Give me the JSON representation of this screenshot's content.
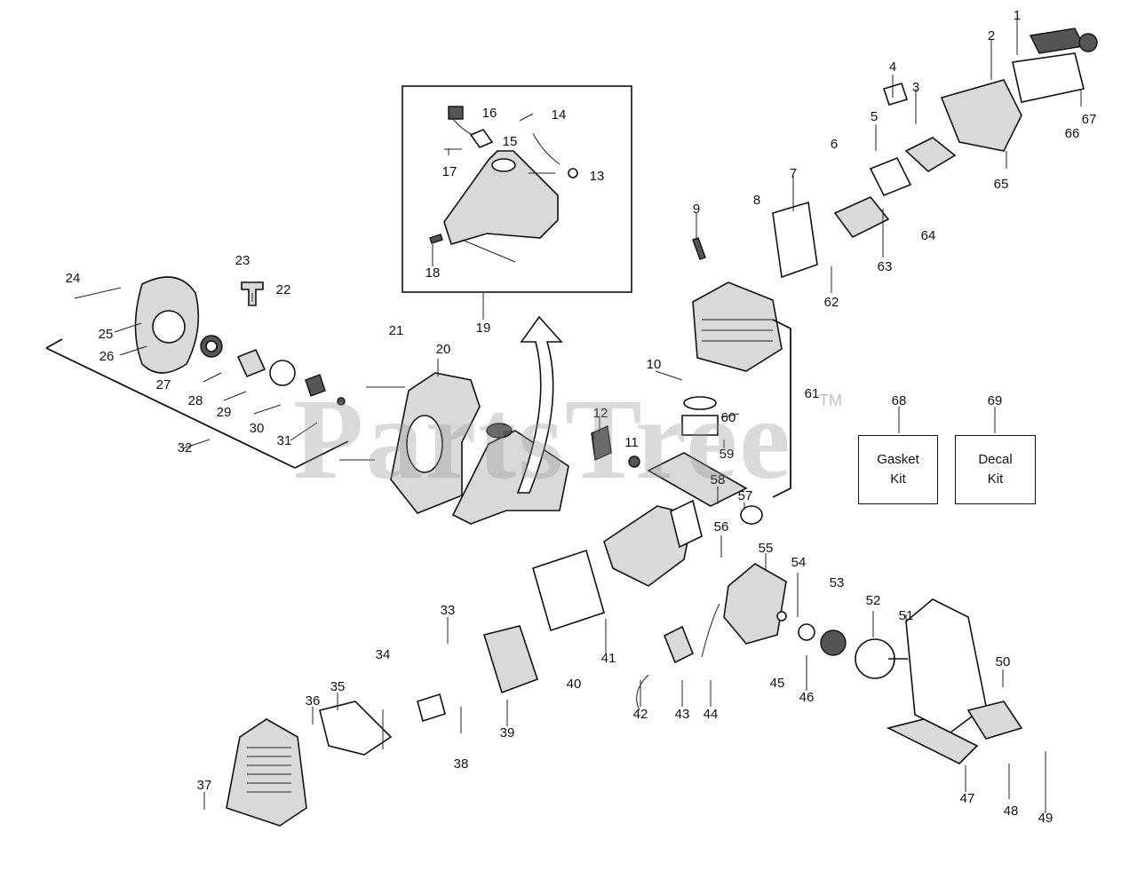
{
  "diagram": {
    "watermark": "PartsTree",
    "trademark": "TM",
    "kits": [
      {
        "number": "68",
        "line1": "Gasket",
        "line2": "Kit"
      },
      {
        "number": "69",
        "line1": "Decal",
        "line2": "Kit"
      }
    ],
    "callouts": [
      "1",
      "2",
      "3",
      "4",
      "5",
      "6",
      "7",
      "8",
      "9",
      "10",
      "11",
      "12",
      "13",
      "14",
      "15",
      "16",
      "17",
      "18",
      "19",
      "20",
      "21",
      "22",
      "23",
      "24",
      "25",
      "26",
      "27",
      "28",
      "29",
      "30",
      "31",
      "32",
      "33",
      "34",
      "35",
      "36",
      "37",
      "38",
      "39",
      "40",
      "41",
      "42",
      "43",
      "44",
      "45",
      "46",
      "47",
      "48",
      "49",
      "50",
      "51",
      "52",
      "53",
      "54",
      "55",
      "56",
      "57",
      "58",
      "59",
      "60",
      "61",
      "62",
      "63",
      "64",
      "65",
      "66",
      "67"
    ]
  }
}
